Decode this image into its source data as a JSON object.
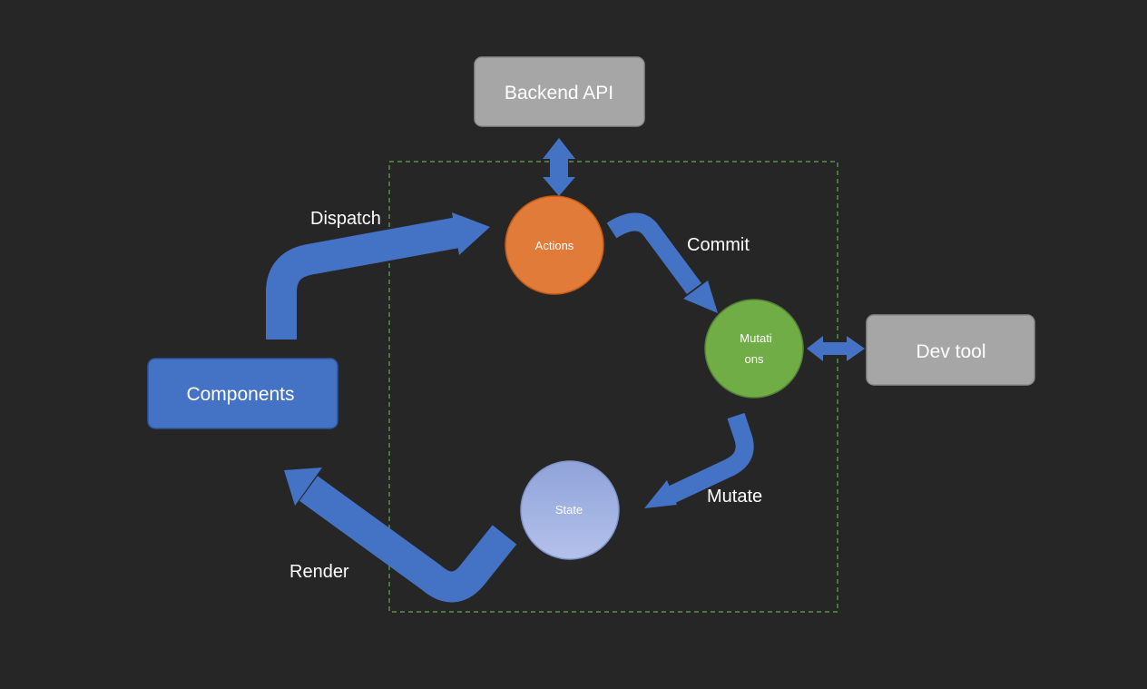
{
  "colors": {
    "background": "#262626",
    "arrow": "#4472C4",
    "store_border": "#6AA84F",
    "gray_box": "#A6A6A6",
    "components_box": "#4472C4",
    "actions": "#E07B39",
    "mutations": "#70AD47",
    "state": "#9AAADD"
  },
  "nodes": {
    "backend_api": "Backend API",
    "components": "Components",
    "dev_tool": "Dev tool",
    "actions": "Actions",
    "mutations_line1": "Mutati",
    "mutations_line2": "ons",
    "state": "State"
  },
  "edges": {
    "dispatch": "Dispatch",
    "commit": "Commit",
    "mutate": "Mutate",
    "render": "Render"
  }
}
